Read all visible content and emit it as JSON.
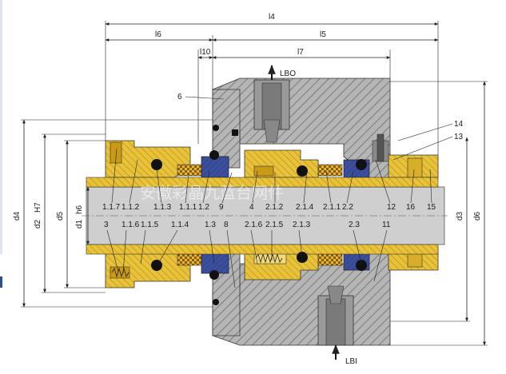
{
  "colors": {
    "gray_hatch": "#9a9a9a",
    "gray_body": "#b8b8b8",
    "gray_dark": "#6e6e6e",
    "yellow": "#e7c23a",
    "yellow_dark": "#c99a15",
    "blue": "#3c4f9c",
    "black": "#111111",
    "shaft": "#cfcfcf",
    "accent_edge": "#2d4f8a"
  },
  "dimensions": {
    "l4": "l4",
    "l6": "l6",
    "l5": "l5",
    "l10": "l10",
    "l7": "l7",
    "d4": "d4",
    "d2": "d2",
    "d2_tol": "H7",
    "d5": "d5",
    "d1": "d1",
    "d1_tol": "h6",
    "d3": "d3",
    "d6": "d6"
  },
  "ports": {
    "top": "LBO",
    "bottom": "LBI"
  },
  "labels_upper_outside": {
    "6": "6",
    "14": "14",
    "13": "13"
  },
  "labels_on_shaft_upper": [
    "1.1.7",
    "1.1.2",
    "1.1.3",
    "1.1.1",
    "1.2",
    "9",
    "4",
    "2.1.2",
    "2.1.4",
    "2.1.1",
    "2.2",
    "12",
    "16",
    "15"
  ],
  "labels_on_shaft_lower": [
    "3",
    "1.1.6",
    "1.1.5",
    "1.1.4",
    "1.3",
    "8",
    "2.1.6",
    "2.1.5",
    "2.1.3",
    "2.3",
    "11"
  ],
  "watermark": "安徽彩晶九蓝台网件"
}
